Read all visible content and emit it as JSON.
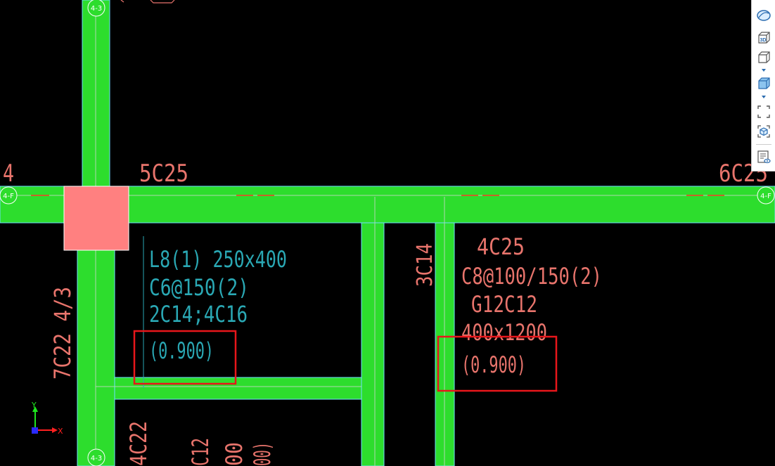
{
  "colors": {
    "background": "#000000",
    "beam_fill": "#2ddd2d",
    "beam_edge": "#6fe0ff",
    "annotation_cyan": "#2aa8b4",
    "annotation_red": "#e8746c",
    "column_fill": "#ff8080",
    "highlight_box": "#e8161b",
    "axis_x": "#ff2020",
    "axis_y": "#1ee61e",
    "axis_origin": "#2a2aff"
  },
  "grid_bubbles": {
    "top": "4-3",
    "left": "4-F",
    "right": "4-F",
    "bottom": "4-3"
  },
  "labels": {
    "left_edge_char": "4",
    "main_beam_top_left": "5C25",
    "main_beam_top_right": "6C25",
    "left_column_vertical": "7C22 4/3",
    "middle_column_vertical": "3C14",
    "bottom_vertical_1": "4C22",
    "bottom_vertical_2": "C12",
    "bottom_vertical_3": "00",
    "bottom_vertical_4": "00)"
  },
  "beam_L8": {
    "line1": "L8(1) 250x400",
    "line2": "C6@150(2)",
    "line3": "2C14;4C16",
    "elevation": "(0.900)"
  },
  "beam_right": {
    "line1": "4C25",
    "line2": "C8@100/150(2)",
    "line3": "G12C12",
    "line4": "400x1200",
    "elevation": "(0.900)"
  },
  "axes": {
    "x": "X",
    "y": "Y"
  },
  "toolbar": {
    "items": [
      {
        "name": "orbit-icon"
      },
      {
        "name": "view-3d-icon",
        "label": "3D"
      },
      {
        "name": "cube-outline-icon"
      },
      {
        "name": "cube-shaded-icon"
      },
      {
        "name": "region-select-icon"
      },
      {
        "name": "isolate-view-icon"
      },
      {
        "name": "layer-display-icon"
      }
    ]
  }
}
